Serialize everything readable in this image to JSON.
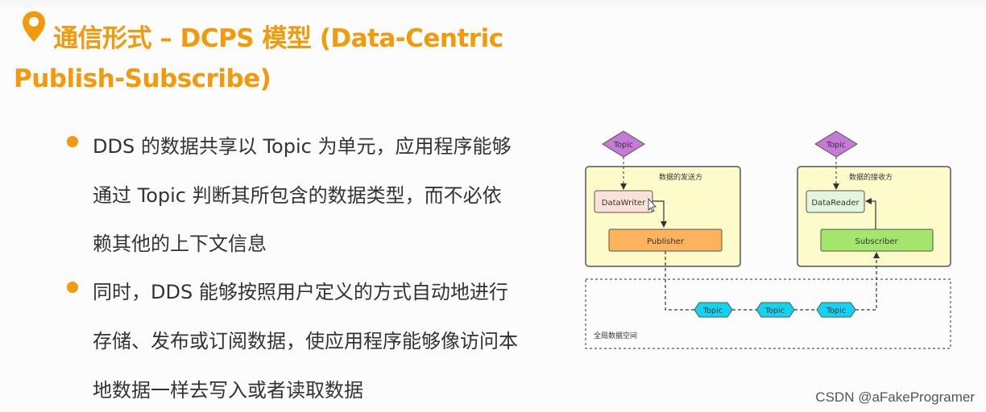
{
  "slide": {
    "title_line1": "通信形式 – DCPS 模型 (Data-Centric",
    "title_line2": "Publish-Subscribe)",
    "bullets": [
      {
        "lines": [
          "DDS 的数据共享以 Topic 为单元，应用程序能够",
          "通过 Topic 判断其所包含的数据类型，而不必依",
          "赖其他的上下文信息"
        ]
      },
      {
        "lines": [
          "同时，DDS 能够按照用户定义的方式自动地进行",
          "存储、发布或订阅数据，使应用程序能够像访问本",
          "地数据一样去写入或者读取数据"
        ]
      }
    ],
    "accent_color": "#f29a0a",
    "pin_icon": "location-pin-icon"
  },
  "diagram": {
    "sender": {
      "label": "数据的发送方",
      "topic": "Topic",
      "writer": "DataWriter",
      "publisher": "Publisher"
    },
    "receiver": {
      "label": "数据的接收方",
      "topic": "Topic",
      "reader": "DataReader",
      "subscriber": "Subscriber"
    },
    "global_space": {
      "label": "全局数据空间",
      "topics": [
        "Topic",
        "Topic",
        "Topic"
      ]
    },
    "colors": {
      "topic_diamond": "#c47ad6",
      "topic_hex": "#12d3f0",
      "panel": "#fdfbc9",
      "writer": "#fbe2d8",
      "publisher": "#fdb25d",
      "reader": "#e3f5dd",
      "subscriber": "#a4e66d"
    }
  },
  "watermark": "CSDN @aFakeProgramer"
}
